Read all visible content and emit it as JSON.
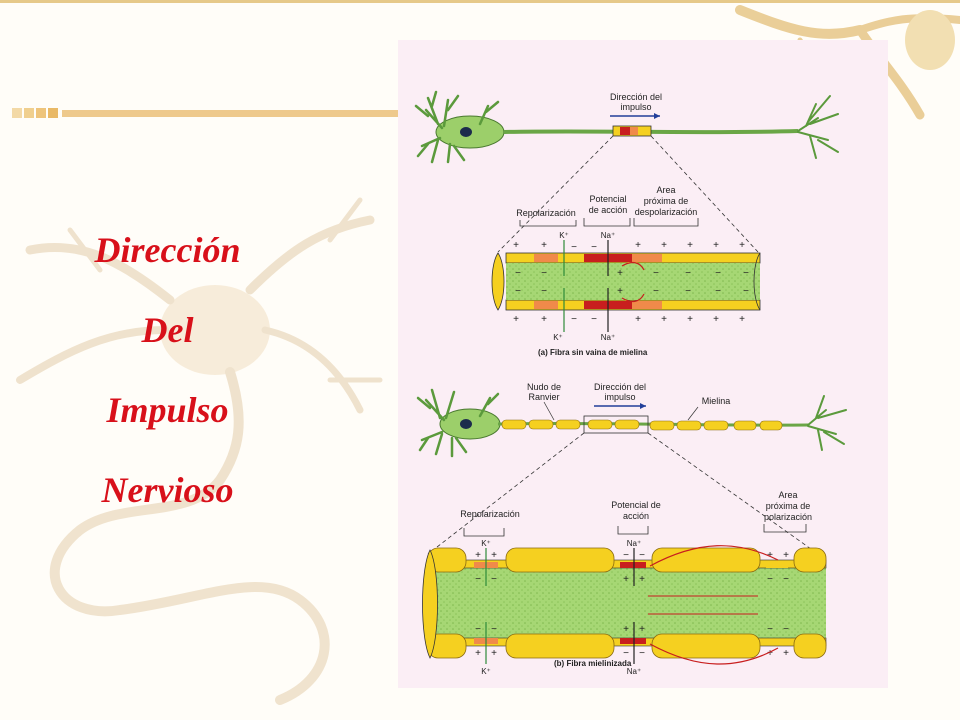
{
  "slide": {
    "title_lines": [
      "Dirección",
      "Del",
      "Impulso",
      "Nervioso"
    ]
  },
  "figure": {
    "panel_a": {
      "direction_label_1": "Dirección del",
      "direction_label_2": "impulso",
      "repolarization": "Repolarización",
      "action_potential_1": "Potencial",
      "action_potential_2": "de acción",
      "area_1": "Area",
      "area_2": "próxima de",
      "area_3": "despolarización",
      "k_ion": "K⁺",
      "na_ion": "Na⁺",
      "caption": "(a) Fibra sin vaina de mielina"
    },
    "panel_b": {
      "node_label_1": "Nudo de",
      "node_label_2": "Ranvier",
      "direction_label_1": "Dirección del",
      "direction_label_2": "impulso",
      "myelin": "Mielina",
      "repolarization": "Repolarización",
      "action_potential_1": "Potencial de",
      "action_potential_2": "acción",
      "area_1": "Area",
      "area_2": "próxima de",
      "area_3": "polarización",
      "k_ion": "K⁺",
      "na_ion": "Na⁺",
      "caption": "(b) Fibra mielinizada"
    }
  },
  "colors": {
    "title": "#d8101a",
    "axon_green": "#9ccf6a",
    "membrane_yellow": "#f5d020",
    "action_red": "#c81e1e",
    "repolarization_orange": "#f08a4a",
    "figure_bg": "#fbeef5"
  }
}
